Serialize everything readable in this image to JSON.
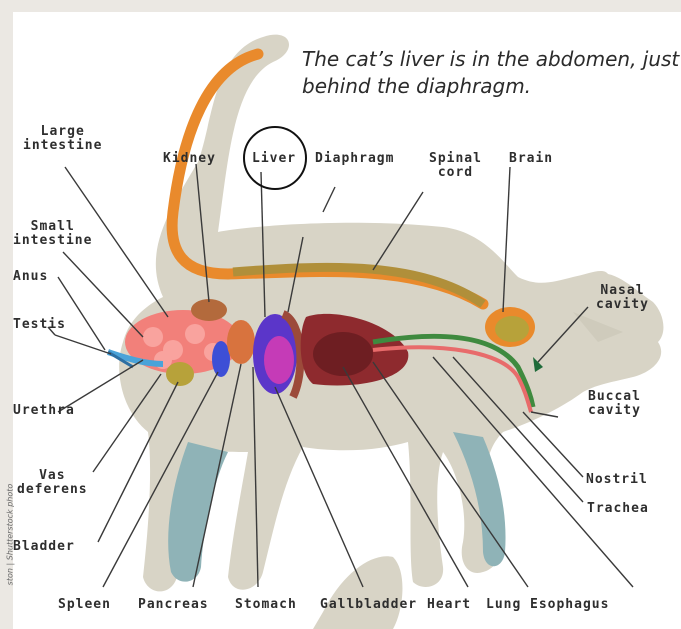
{
  "caption": "The cat’s liver is in the abdomen, just behind the diaphragm.",
  "credit": "ston | Shutterstock photo",
  "labels": {
    "large_intestine": "Large\nintestine",
    "kidney": "Kidney",
    "liver": "Liver",
    "diaphragm": "Diaphragm",
    "spinal_cord": "Spinal\ncord",
    "brain": "Brain",
    "small_intestine": "Small\nintestine",
    "anus": "Anus",
    "testis": "Testis",
    "nasal_cavity": "Nasal\ncavity",
    "urethra": "Urethra",
    "buccal_cavity": "Buccal\ncavity",
    "vas_deferens": "Vas\ndeferens",
    "nostril": "Nostril",
    "trachea": "Trachea",
    "bladder": "Bladder",
    "spleen": "Spleen",
    "pancreas": "Pancreas",
    "stomach": "Stomach",
    "gallbladder": "Gallbladder",
    "heart": "Heart",
    "lung": "Lung",
    "esophagus": "Esophagus"
  },
  "colors": {
    "body": "#d8d4c6",
    "legs": "#8fb3b7",
    "spinal_cord": "#e98a2c",
    "intestine": "#f2807a",
    "liver": "#5b36c9",
    "lung": "#8e2a2e",
    "kidney": "#b36a3c"
  }
}
